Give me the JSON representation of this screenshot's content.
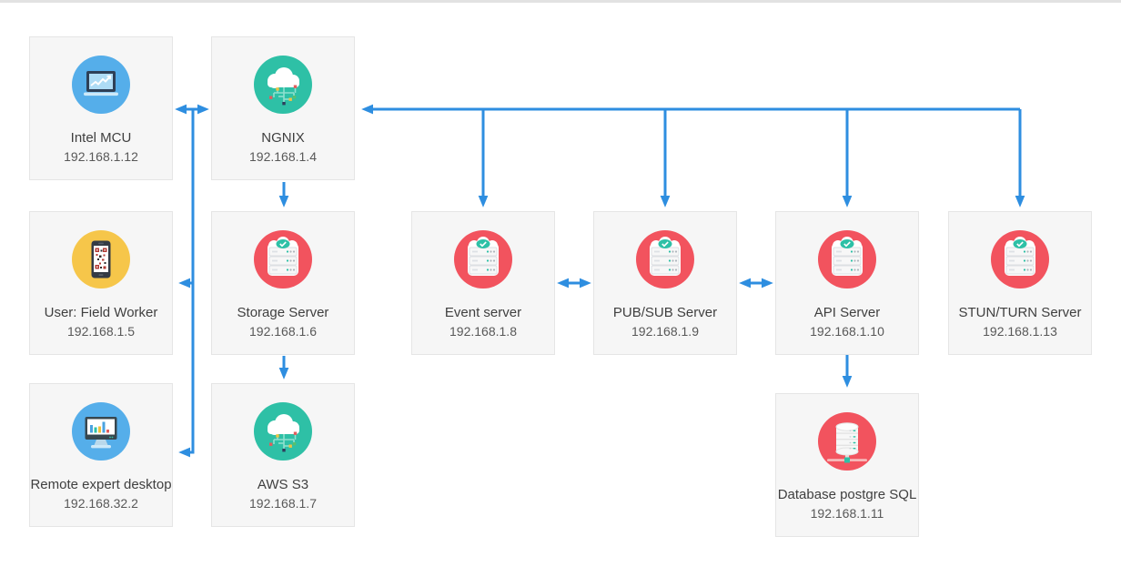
{
  "colors": {
    "arrow_blue": "#2e8ee0",
    "teal_circle": "#2ec0a6",
    "red_circle": "#f2535e",
    "blue_circle": "#55aeea",
    "yellow_circle": "#f6c64a",
    "card_background": "#f6f6f6",
    "card_border": "#e5e5e5",
    "label_text": "#3f3f3f",
    "ip_text": "#585858"
  },
  "nodes": [
    {
      "id": "intel-mcu",
      "label": "Intel MCU",
      "ip": "192.168.1.12",
      "icon": "laptop-chart-icon"
    },
    {
      "id": "ngnix",
      "label": "NGNIX",
      "ip": "192.168.1.4",
      "icon": "cloud-network-icon"
    },
    {
      "id": "field-worker",
      "label": "User: Field Worker",
      "ip": "192.168.1.5",
      "icon": "phone-qr-icon"
    },
    {
      "id": "storage-server",
      "label": "Storage Server",
      "ip": "192.168.1.6",
      "icon": "server-stack-icon"
    },
    {
      "id": "event-server",
      "label": "Event server",
      "ip": "192.168.1.8",
      "icon": "server-stack-icon"
    },
    {
      "id": "pubsub-server",
      "label": "PUB/SUB Server",
      "ip": "192.168.1.9",
      "icon": "server-stack-icon"
    },
    {
      "id": "api-server",
      "label": "API Server",
      "ip": "192.168.1.10",
      "icon": "server-stack-icon"
    },
    {
      "id": "stun-turn",
      "label": "STUN/TURN Server",
      "ip": "192.168.1.13",
      "icon": "server-stack-icon"
    },
    {
      "id": "remote-desktop",
      "label": "Remote expert desktop",
      "ip": "192.168.32.2",
      "icon": "desktop-chart-icon"
    },
    {
      "id": "aws-s3",
      "label": "AWS S3",
      "ip": "192.168.1.7",
      "icon": "cloud-network-icon"
    },
    {
      "id": "database",
      "label": "Database postgre SQL",
      "ip": "192.168.1.11",
      "icon": "database-icon"
    }
  ],
  "connections": [
    {
      "from": "intel-mcu",
      "to": "ngnix",
      "direction": "both"
    },
    {
      "from": "intel-mcu-trunk",
      "to": "field-worker",
      "direction": "one"
    },
    {
      "from": "intel-mcu-trunk",
      "to": "remote-desktop",
      "direction": "one"
    },
    {
      "from": "ngnix",
      "to": "storage-server",
      "direction": "one"
    },
    {
      "from": "storage-server",
      "to": "aws-s3",
      "direction": "one"
    },
    {
      "from": "top-bus",
      "to": "ngnix",
      "direction": "one"
    },
    {
      "from": "top-bus",
      "to": "event-server",
      "direction": "one"
    },
    {
      "from": "top-bus",
      "to": "pubsub-server",
      "direction": "one"
    },
    {
      "from": "top-bus",
      "to": "api-server",
      "direction": "one"
    },
    {
      "from": "top-bus",
      "to": "stun-turn",
      "direction": "one"
    },
    {
      "from": "event-server",
      "to": "pubsub-server",
      "direction": "both"
    },
    {
      "from": "pubsub-server",
      "to": "api-server",
      "direction": "both"
    },
    {
      "from": "api-server",
      "to": "database",
      "direction": "one"
    }
  ]
}
